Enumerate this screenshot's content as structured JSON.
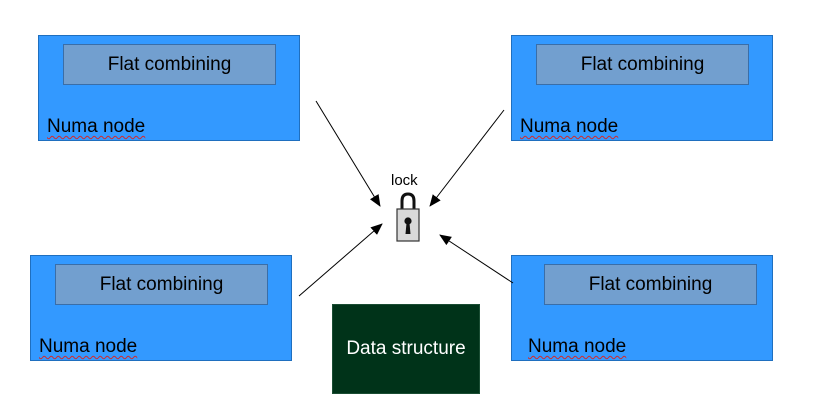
{
  "nodes": [
    {
      "fc_label": "Flat combining",
      "node_label": "Numa node"
    },
    {
      "fc_label": "Flat combining",
      "node_label": "Numa node"
    },
    {
      "fc_label": "Flat combining",
      "node_label": "Numa node"
    },
    {
      "fc_label": "Flat combining",
      "node_label": "Numa node"
    }
  ],
  "lock": {
    "label": "lock",
    "icon": "padlock-icon"
  },
  "data_structure": {
    "label": "Data structure"
  },
  "colors": {
    "node_fill": "#3399ff",
    "flat_combining_fill": "#729fcf",
    "data_structure_fill": "#003319",
    "arrow": "#000000"
  }
}
